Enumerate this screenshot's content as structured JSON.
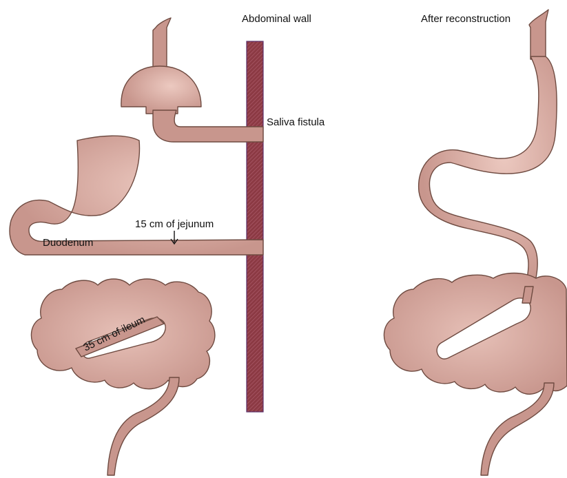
{
  "labels": {
    "abdominal_wall": "Abdominal wall",
    "after_reconstruction": "After reconstruction",
    "saliva_fistula": "Saliva fistula",
    "jejunum": "15 cm of jejunum",
    "duodenum": "Duodenum",
    "ileum": "35 cm of ileum"
  },
  "colors": {
    "organ_fill": "#c8968d",
    "organ_highlight": "#e8c2b9",
    "organ_stroke": "#6e4a40",
    "wall_fill": "#8c3a44",
    "wall_hatch": "#5a2f6a"
  }
}
